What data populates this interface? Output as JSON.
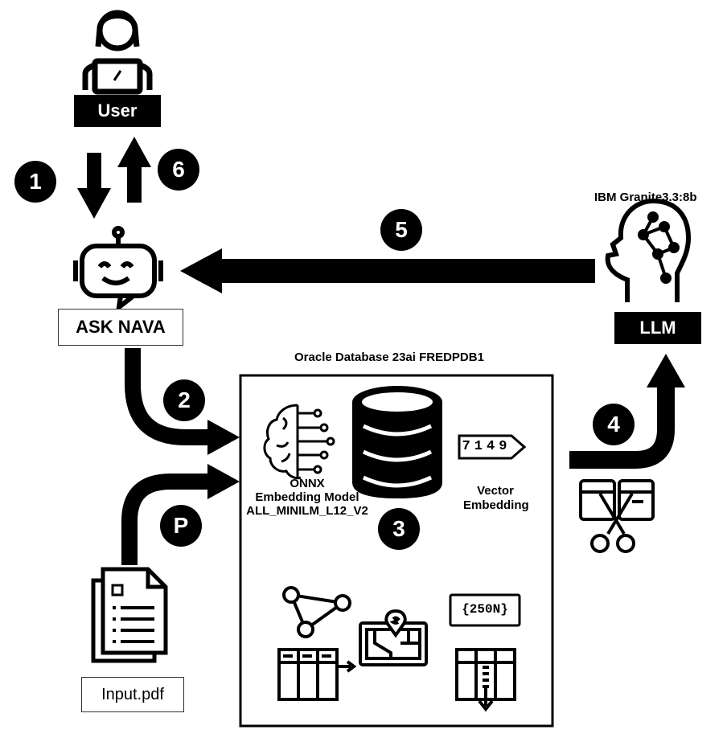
{
  "user": {
    "label": "User"
  },
  "bot": {
    "label": "ASK NAVA"
  },
  "llm": {
    "label": "LLM",
    "model": "IBM Granite3.3:8b"
  },
  "input": {
    "label": "Input.pdf"
  },
  "database": {
    "title": "Oracle Database 23ai FREDPDB1"
  },
  "embedding_model": {
    "line1": "ONNX",
    "line2": "Embedding Model",
    "line3": "ALL_MINILM_L12_V2"
  },
  "vector_embedding": {
    "line1": "Vector",
    "line2": "Embedding",
    "tag": "7149"
  },
  "json_tag": "{250N}",
  "steps": {
    "s1": "1",
    "s2": "2",
    "s3": "3",
    "s4": "4",
    "s5": "5",
    "s6": "6",
    "sp": "P"
  }
}
